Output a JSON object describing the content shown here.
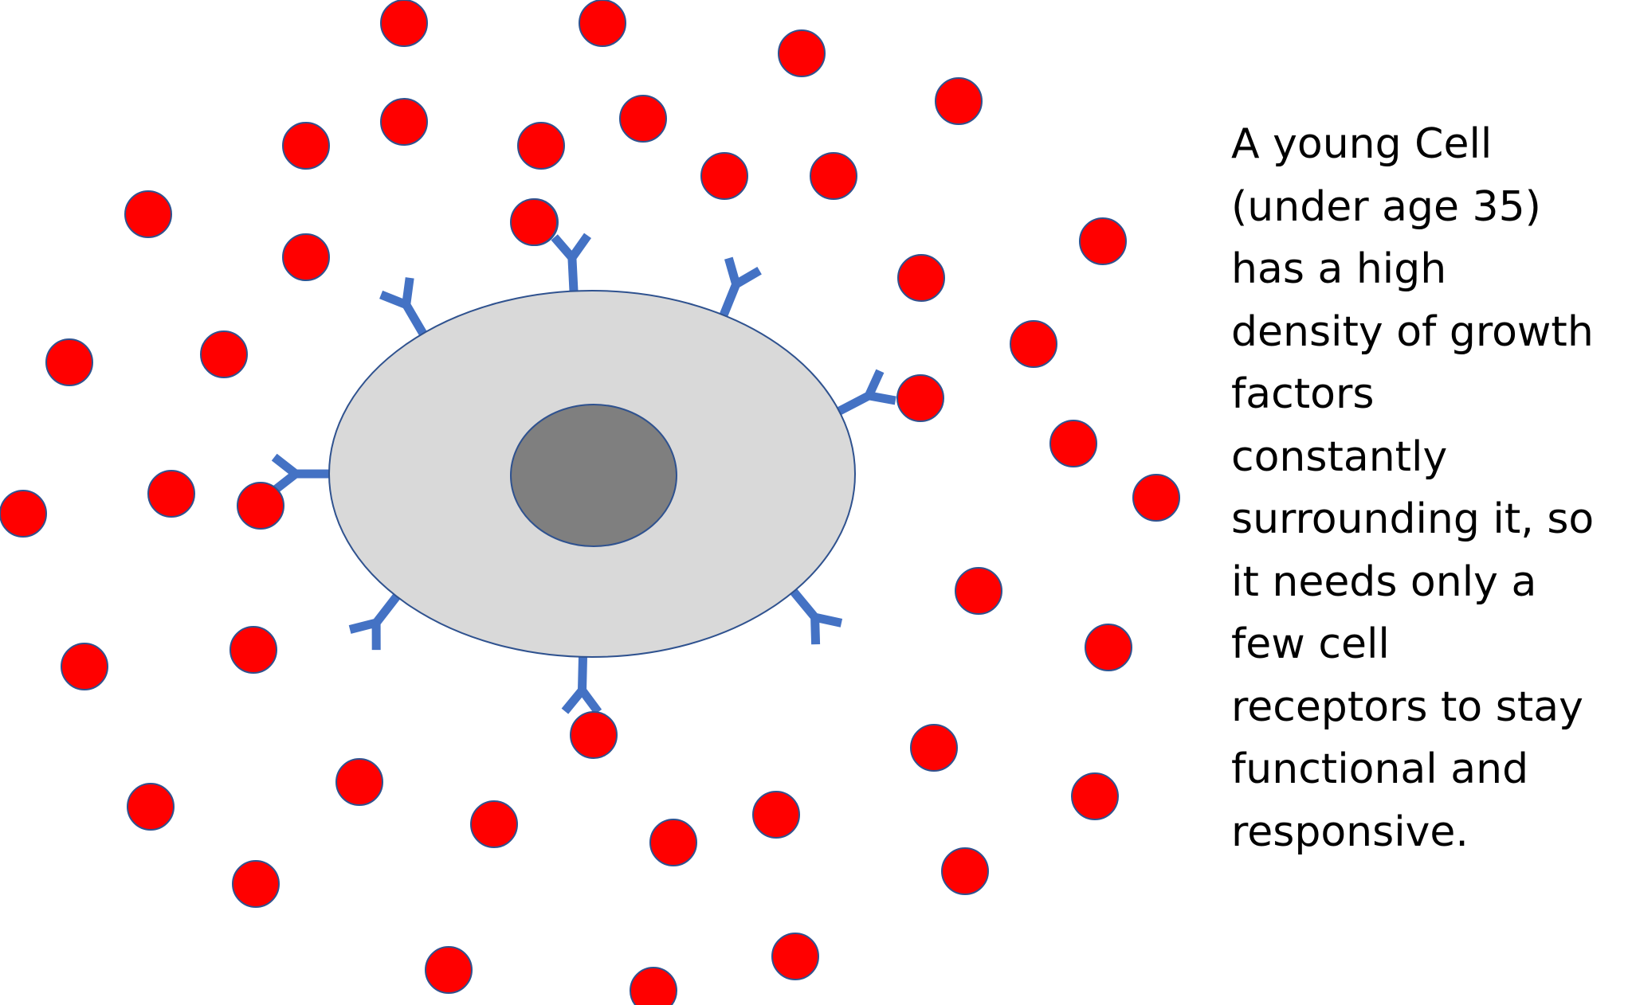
{
  "caption": {
    "lines": [
      "A young Cell",
      "(under age 35)",
      "has a high",
      "density of growth",
      "factors",
      "constantly",
      "surrounding it, so",
      "it needs only a",
      "few cell",
      "receptors to stay",
      "functional and",
      "responsive."
    ]
  },
  "colors": {
    "growth_factor_fill": "#ff0000",
    "growth_factor_outline": "#2f528f",
    "cell_fill": "#d9d9d9",
    "cell_outline": "#2f528f",
    "nucleus_fill": "#7f7f7f",
    "nucleus_outline": "#2f528f",
    "receptor": "#4472c4",
    "text": "#000000"
  }
}
